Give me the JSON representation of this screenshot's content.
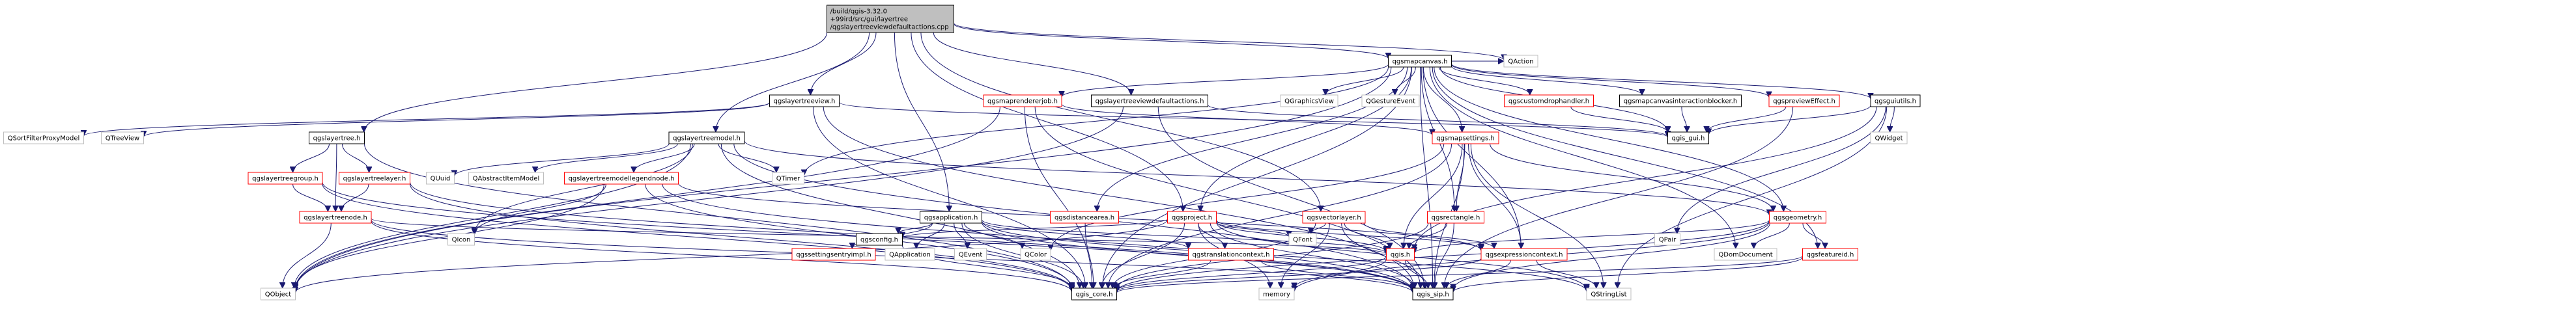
{
  "graph": {
    "colors": {
      "edge": "#191970",
      "root_fill": "#bfbfbf",
      "node_fill": "#ffffff",
      "node_border": "#000000",
      "doc_node_border": "#ff0000",
      "external_node_border": "#bfbfbf",
      "text": "#000000"
    },
    "nodes": [
      {
        "id": "root",
        "lines": [
          "/build/qgis-3.32.0",
          "+99ird/src/gui/layertree",
          "/qgslayertreeviewdefaultactions.cpp"
        ],
        "kind": "root"
      },
      {
        "id": "qaction",
        "lines": [
          "QAction"
        ],
        "kind": "external"
      },
      {
        "id": "qgsmapcanvas",
        "lines": [
          "qgsmapcanvas.h"
        ],
        "kind": "plain"
      },
      {
        "id": "qgslayertreeview",
        "lines": [
          "qgslayertreeview.h"
        ],
        "kind": "plain"
      },
      {
        "id": "qgsmaprendererjob",
        "lines": [
          "qgsmaprendererjob.h"
        ],
        "kind": "doc"
      },
      {
        "id": "qgslayertreeviewdefaultactions_h",
        "lines": [
          "qgslayertreeviewdefaultactions.h"
        ],
        "kind": "plain"
      },
      {
        "id": "qgraphicsview",
        "lines": [
          "QGraphicsView"
        ],
        "kind": "external"
      },
      {
        "id": "qgestureevent",
        "lines": [
          "QGestureEvent"
        ],
        "kind": "external"
      },
      {
        "id": "qgscustomdrophandler",
        "lines": [
          "qgscustomdrophandler.h"
        ],
        "kind": "doc"
      },
      {
        "id": "qgsmapcanvasinteractionblocker",
        "lines": [
          "qgsmapcanvasinteractionblocker.h"
        ],
        "kind": "plain"
      },
      {
        "id": "qgspreviewEffect",
        "lines": [
          "qgspreviewEffect.h"
        ],
        "kind": "doc"
      },
      {
        "id": "qgsguiutils",
        "lines": [
          "qgsguiutils.h"
        ],
        "kind": "plain"
      },
      {
        "id": "qsortfilterproxymodel",
        "lines": [
          "QSortFilterProxyModel"
        ],
        "kind": "external"
      },
      {
        "id": "qtreeview",
        "lines": [
          "QTreeView"
        ],
        "kind": "external"
      },
      {
        "id": "qgis_gui",
        "lines": [
          "qgis_gui.h"
        ],
        "kind": "plain"
      },
      {
        "id": "qwidget",
        "lines": [
          "QWidget"
        ],
        "kind": "external"
      },
      {
        "id": "qgslayertree",
        "lines": [
          "qgslayertree.h"
        ],
        "kind": "plain"
      },
      {
        "id": "qgslayertreemodel",
        "lines": [
          "qgslayertreemodel.h"
        ],
        "kind": "plain"
      },
      {
        "id": "qgsmapsettings",
        "lines": [
          "qgsmapsettings.h"
        ],
        "kind": "doc"
      },
      {
        "id": "qgslayertreegroup",
        "lines": [
          "qgslayertreegroup.h"
        ],
        "kind": "doc"
      },
      {
        "id": "qgslayertreelayer",
        "lines": [
          "qgslayertreelayer.h"
        ],
        "kind": "doc"
      },
      {
        "id": "quuid",
        "lines": [
          "QUuid"
        ],
        "kind": "external"
      },
      {
        "id": "qabstractitemmodel",
        "lines": [
          "QAbstractItemModel"
        ],
        "kind": "external"
      },
      {
        "id": "qgslayertreemodellegendnode",
        "lines": [
          "qgslayertreemodellegendnode.h"
        ],
        "kind": "doc"
      },
      {
        "id": "qtimer",
        "lines": [
          "QTimer"
        ],
        "kind": "external"
      },
      {
        "id": "qgsapplication",
        "lines": [
          "qgsapplication.h"
        ],
        "kind": "plain"
      },
      {
        "id": "qgsdistancearea",
        "lines": [
          "qgsdistancearea.h"
        ],
        "kind": "doc"
      },
      {
        "id": "qgsproject",
        "lines": [
          "qgsproject.h"
        ],
        "kind": "doc"
      },
      {
        "id": "qgsvectorlayer",
        "lines": [
          "qgsvectorlayer.h"
        ],
        "kind": "doc"
      },
      {
        "id": "qgsrectangle",
        "lines": [
          "qgsrectangle.h"
        ],
        "kind": "doc"
      },
      {
        "id": "qgsgeometry",
        "lines": [
          "qgsgeometry.h"
        ],
        "kind": "doc"
      },
      {
        "id": "qgslayertreenode",
        "lines": [
          "qgslayertreenode.h"
        ],
        "kind": "doc"
      },
      {
        "id": "qicon",
        "lines": [
          "QIcon"
        ],
        "kind": "external"
      },
      {
        "id": "qgsconfig",
        "lines": [
          "qgsconfig.h"
        ],
        "kind": "plain"
      },
      {
        "id": "qgssettingsentryimpl",
        "lines": [
          "qgssettingsentryimpl.h"
        ],
        "kind": "doc"
      },
      {
        "id": "qapplication",
        "lines": [
          "QApplication"
        ],
        "kind": "external"
      },
      {
        "id": "qevent",
        "lines": [
          "QEvent"
        ],
        "kind": "external"
      },
      {
        "id": "qcolor",
        "lines": [
          "QColor"
        ],
        "kind": "external"
      },
      {
        "id": "qgstranslationcontext",
        "lines": [
          "qgstranslationcontext.h"
        ],
        "kind": "doc"
      },
      {
        "id": "qfont",
        "lines": [
          "QFont"
        ],
        "kind": "external"
      },
      {
        "id": "qgis",
        "lines": [
          "qgis.h"
        ],
        "kind": "doc"
      },
      {
        "id": "qgsexpressioncontext",
        "lines": [
          "qgsexpressioncontext.h"
        ],
        "kind": "doc"
      },
      {
        "id": "qpair",
        "lines": [
          "QPair"
        ],
        "kind": "external"
      },
      {
        "id": "qdomdocument",
        "lines": [
          "QDomDocument"
        ],
        "kind": "external"
      },
      {
        "id": "qgsfeatureid",
        "lines": [
          "qgsfeatureid.h"
        ],
        "kind": "doc"
      },
      {
        "id": "qobject",
        "lines": [
          "QObject"
        ],
        "kind": "external"
      },
      {
        "id": "qgis_core",
        "lines": [
          "qgis_core.h"
        ],
        "kind": "plain"
      },
      {
        "id": "memory",
        "lines": [
          "memory"
        ],
        "kind": "external"
      },
      {
        "id": "qgis_sip",
        "lines": [
          "qgis_sip.h"
        ],
        "kind": "plain"
      },
      {
        "id": "qstringlist",
        "lines": [
          "QStringList"
        ],
        "kind": "external"
      }
    ],
    "edges": [
      [
        "root",
        "qaction"
      ],
      [
        "root",
        "qgsmapcanvas"
      ],
      [
        "root",
        "qgslayertreeview"
      ],
      [
        "root",
        "qgslayertreeviewdefaultactions_h"
      ],
      [
        "root",
        "qgslayertree"
      ],
      [
        "root",
        "qgslayertreemodel"
      ],
      [
        "root",
        "qgsapplication"
      ],
      [
        "root",
        "qgsvectorlayer"
      ],
      [
        "root",
        "qgsproject"
      ],
      [
        "qgsmapcanvas",
        "qaction"
      ],
      [
        "qgsmapcanvas",
        "qgsmaprendererjob"
      ],
      [
        "qgsmapcanvas",
        "qgraphicsview"
      ],
      [
        "qgsmapcanvas",
        "qgestureevent"
      ],
      [
        "qgsmapcanvas",
        "qgscustomdrophandler"
      ],
      [
        "qgsmapcanvas",
        "qgsmapcanvasinteractionblocker"
      ],
      [
        "qgsmapcanvas",
        "qgspreviewEffect"
      ],
      [
        "qgsmapcanvas",
        "qgsguiutils"
      ],
      [
        "qgsmapcanvas",
        "qgis_gui"
      ],
      [
        "qgsmapcanvas",
        "qgsmapsettings"
      ],
      [
        "qgsmapcanvas",
        "qtimer"
      ],
      [
        "qgsmapcanvas",
        "qgsdistancearea"
      ],
      [
        "qgsmapcanvas",
        "qgsproject"
      ],
      [
        "qgsmapcanvas",
        "qgsrectangle"
      ],
      [
        "qgsmapcanvas",
        "qgsgeometry"
      ],
      [
        "qgsmapcanvas",
        "qgsexpressioncontext"
      ],
      [
        "qgsmapcanvas",
        "qgsfeatureid"
      ],
      [
        "qgsmapcanvas",
        "qdomdocument"
      ],
      [
        "qgsmapcanvas",
        "qobject"
      ],
      [
        "qgsmapcanvas",
        "qgis_sip"
      ],
      [
        "qgsmapcanvas",
        "qgis_core"
      ],
      [
        "qgslayertreeview",
        "qsortfilterproxymodel"
      ],
      [
        "qgslayertreeview",
        "qtreeview"
      ],
      [
        "qgslayertreeview",
        "qgis_gui"
      ],
      [
        "qgslayertreeview",
        "qgis_core"
      ],
      [
        "qgslayertreeview",
        "qgis_sip"
      ],
      [
        "qgsmaprendererjob",
        "qgsmapsettings"
      ],
      [
        "qgsmaprendererjob",
        "qobject"
      ],
      [
        "qgsmaprendererjob",
        "qgis_core"
      ],
      [
        "qgsmaprendererjob",
        "qgis_sip"
      ],
      [
        "qgslayertreeviewdefaultactions_h",
        "qgis_gui"
      ],
      [
        "qgslayertreeviewdefaultactions_h",
        "qobject"
      ],
      [
        "qgslayertreeviewdefaultactions_h",
        "qgis_sip"
      ],
      [
        "qgscustomdrophandler",
        "qgis_gui"
      ],
      [
        "qgsmapcanvasinteractionblocker",
        "qgis_gui"
      ],
      [
        "qgspreviewEffect",
        "qgis_gui"
      ],
      [
        "qgspreviewEffect",
        "qgis_sip"
      ],
      [
        "qgsguiutils",
        "qgis_gui"
      ],
      [
        "qgsguiutils",
        "qwidget"
      ],
      [
        "qgsguiutils",
        "qgis"
      ],
      [
        "qgsguiutils",
        "qpair"
      ],
      [
        "qgsguiutils",
        "qstringlist"
      ],
      [
        "qgslayertree",
        "qgslayertreegroup"
      ],
      [
        "qgslayertree",
        "qgslayertreelayer"
      ],
      [
        "qgslayertree",
        "qgslayertreenode"
      ],
      [
        "qgslayertree",
        "qgis_core"
      ],
      [
        "qgslayertreegroup",
        "qgslayertreenode"
      ],
      [
        "qgslayertreegroup",
        "qgis_core"
      ],
      [
        "qgslayertreegroup",
        "qgis_sip"
      ],
      [
        "qgslayertreelayer",
        "qgslayertreenode"
      ],
      [
        "qgslayertreelayer",
        "qgis_core"
      ],
      [
        "qgslayertreelayer",
        "qgis_sip"
      ],
      [
        "qgslayertreenode",
        "qobject"
      ],
      [
        "qgslayertreenode",
        "qgis_core"
      ],
      [
        "qgslayertreenode",
        "qgis_sip"
      ],
      [
        "qgslayertreenode",
        "qgis"
      ],
      [
        "qgslayertreemodel",
        "quuid"
      ],
      [
        "qgslayertreemodel",
        "qabstractitemmodel"
      ],
      [
        "qgslayertreemodel",
        "qgslayertreemodellegendnode"
      ],
      [
        "qgslayertreemodel",
        "qtimer"
      ],
      [
        "qgslayertreemodel",
        "qicon"
      ],
      [
        "qgslayertreemodel",
        "qgis_core"
      ],
      [
        "qgslayertreemodel",
        "qgis_sip"
      ],
      [
        "qgslayertreemodel",
        "qgsgeometry"
      ],
      [
        "qgslayertreemodel",
        "qobject"
      ],
      [
        "qgslayertreemodellegendnode",
        "qicon"
      ],
      [
        "qgslayertreemodellegendnode",
        "qobject"
      ],
      [
        "qgslayertreemodellegendnode",
        "qgis_core"
      ],
      [
        "qgslayertreemodellegendnode",
        "qgis_sip"
      ],
      [
        "qgslayertreemodellegendnode",
        "qgsexpressioncontext"
      ],
      [
        "qgsmapsettings",
        "qcolor"
      ],
      [
        "qgsmapsettings",
        "qgsrectangle"
      ],
      [
        "qgsmapsettings",
        "qgsgeometry"
      ],
      [
        "qgsmapsettings",
        "qgis"
      ],
      [
        "qgsmapsettings",
        "qgsexpressioncontext"
      ],
      [
        "qgsmapsettings",
        "qgis_core"
      ],
      [
        "qgsmapsettings",
        "qgis_sip"
      ],
      [
        "qgsmapsettings",
        "qstringlist"
      ],
      [
        "qgsapplication",
        "qgsconfig"
      ],
      [
        "qgsapplication",
        "qgssettingsentryimpl"
      ],
      [
        "qgsapplication",
        "qapplication"
      ],
      [
        "qgsapplication",
        "qevent"
      ],
      [
        "qgsapplication",
        "qcolor"
      ],
      [
        "qgsapplication",
        "qgstranslationcontext"
      ],
      [
        "qgsapplication",
        "qgis_core"
      ],
      [
        "qgsapplication",
        "qgis_sip"
      ],
      [
        "qgsapplication",
        "qstringlist"
      ],
      [
        "qgsapplication",
        "qgis"
      ],
      [
        "qgsdistancearea",
        "qgis_core"
      ],
      [
        "qgsproject",
        "qgstranslationcontext"
      ],
      [
        "qgsproject",
        "qgsconfig"
      ],
      [
        "qgsproject",
        "qgis"
      ],
      [
        "qgsproject",
        "qfont"
      ],
      [
        "qgsproject",
        "qobject"
      ],
      [
        "qgsproject",
        "qgis_core"
      ],
      [
        "qgsproject",
        "qgis_sip"
      ],
      [
        "qgsproject",
        "memory"
      ],
      [
        "qgsproject",
        "qgsexpressioncontext"
      ],
      [
        "qgsproject",
        "qstringlist"
      ],
      [
        "qgsvectorlayer",
        "qfont"
      ],
      [
        "qgsvectorlayer",
        "qgis"
      ],
      [
        "qgsvectorlayer",
        "qgis_core"
      ],
      [
        "qgsvectorlayer",
        "qgis_sip"
      ],
      [
        "qgsvectorlayer",
        "qgsexpressioncontext"
      ],
      [
        "qgsvectorlayer",
        "memory"
      ],
      [
        "qgsrectangle",
        "qgis"
      ],
      [
        "qgsrectangle",
        "qgis_core"
      ],
      [
        "qgsrectangle",
        "qgis_sip"
      ],
      [
        "qgsgeometry",
        "qgsfeatureid"
      ],
      [
        "qgsgeometry",
        "qdomdocument"
      ],
      [
        "qgsgeometry",
        "qgis"
      ],
      [
        "qgsgeometry",
        "qgis_core"
      ],
      [
        "qgsgeometry",
        "qgis_sip"
      ],
      [
        "qgsgeometry",
        "memory"
      ],
      [
        "qgstranslationcontext",
        "qgis_core"
      ],
      [
        "qgstranslationcontext",
        "qgis_sip"
      ],
      [
        "qgis",
        "qgis_core"
      ],
      [
        "qgis",
        "qgis_sip"
      ],
      [
        "qgis",
        "memory"
      ],
      [
        "qgsexpressioncontext",
        "qgis_core"
      ],
      [
        "qgsexpressioncontext",
        "qgis_sip"
      ],
      [
        "qgsexpressioncontext",
        "qstringlist"
      ],
      [
        "qgsfeatureid",
        "qgis_sip"
      ],
      [
        "qgsfeatureid",
        "qgis_core"
      ],
      [
        "qgsconfig",
        "qgis_core"
      ]
    ]
  }
}
